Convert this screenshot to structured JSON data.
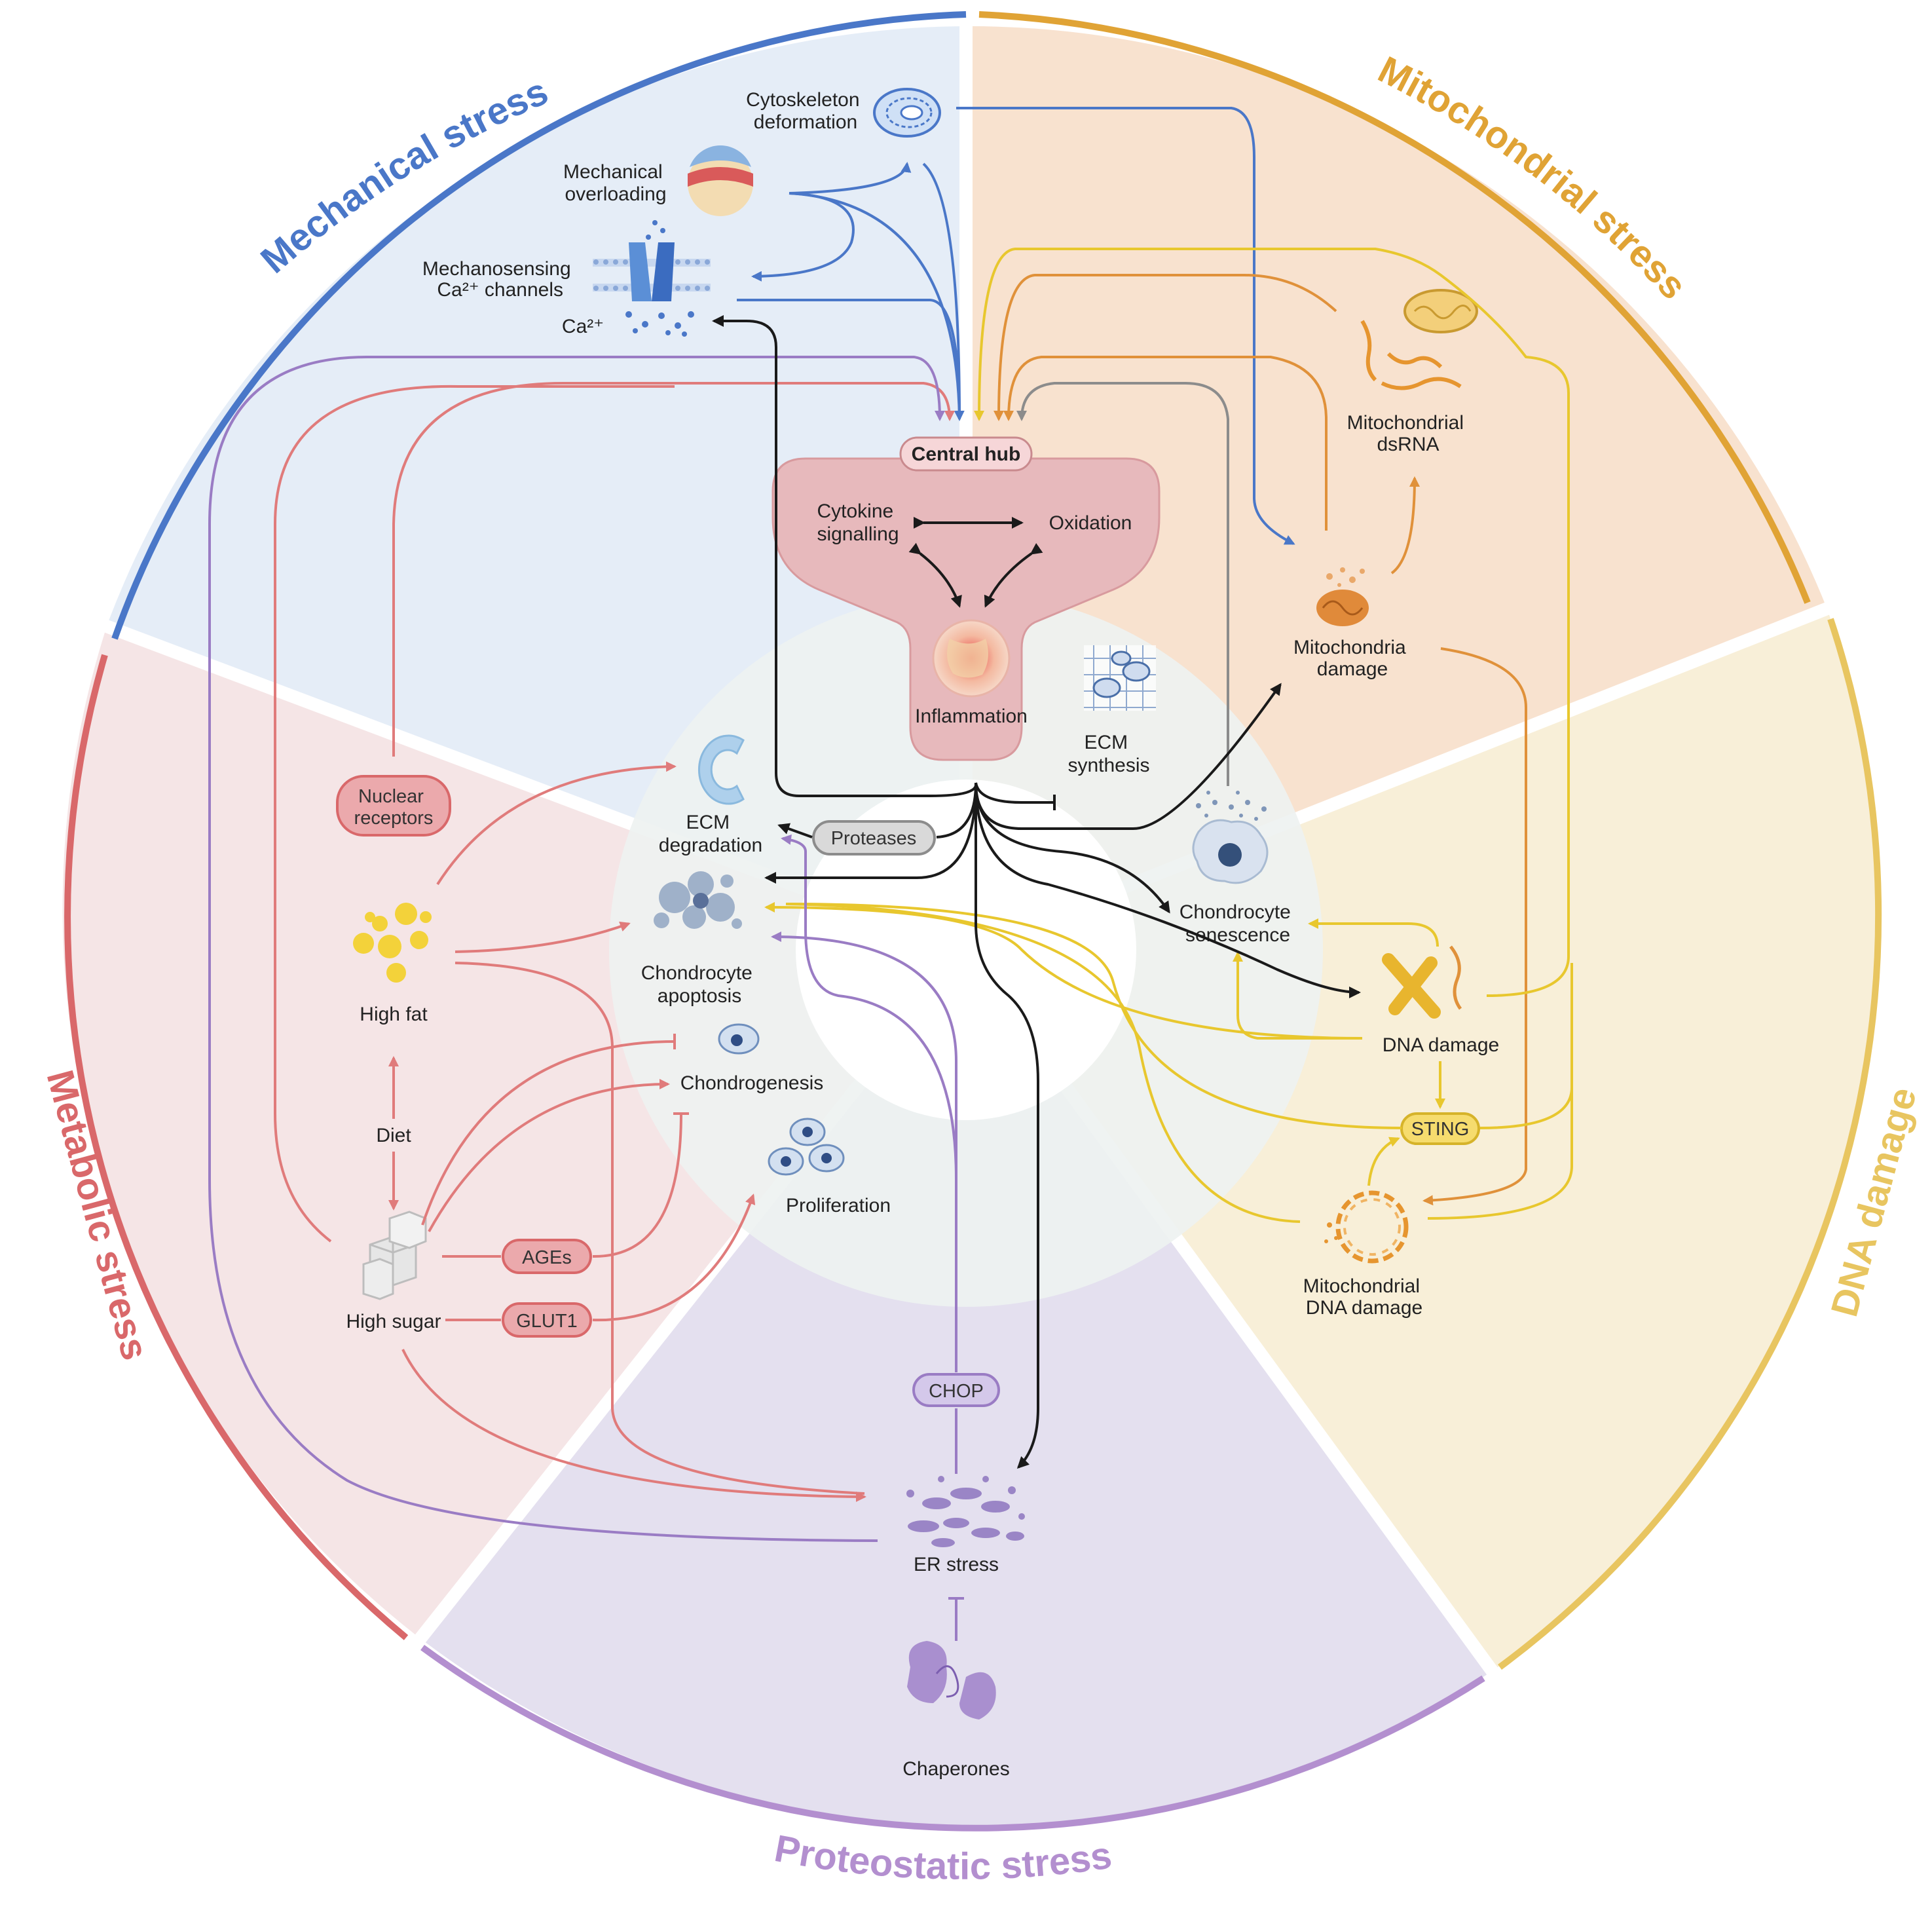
{
  "sectors": {
    "mechanical": {
      "title": "Mechanical stress",
      "color": "#4a77c8"
    },
    "mitochondrial": {
      "title": "Mitochondrial stress",
      "color": "#e0a335"
    },
    "dna": {
      "title": "DNA damage",
      "color": "#e8c560"
    },
    "proteostatic": {
      "title": "Proteostatic stress",
      "color": "#b38fcf"
    },
    "metabolic": {
      "title": "Metabolic stress",
      "color": "#d9686a"
    }
  },
  "hub": {
    "title": "Central hub",
    "cytokine": [
      "Cytokine",
      "signalling"
    ],
    "oxidation": "Oxidation",
    "inflammation": "Inflammation"
  },
  "mechanical": {
    "cytoskeleton": [
      "Cytoskeleton",
      "deformation"
    ],
    "overloading": [
      "Mechanical",
      "overloading"
    ],
    "mechanosensing": [
      "Mechanosensing",
      "Ca²⁺ channels"
    ],
    "ca": "Ca²⁺"
  },
  "mitochondrial": {
    "dsrna": [
      "Mitochondrial",
      "dsRNA"
    ],
    "damage": [
      "Mitochondria",
      "damage"
    ]
  },
  "dna": {
    "senescence": [
      "Chondrocyte",
      "senescence"
    ],
    "damage": "DNA damage",
    "sting": "STING",
    "mtdna": [
      "Mitochondrial",
      "DNA damage"
    ]
  },
  "center": {
    "ecm_synthesis": [
      "ECM",
      "synthesis"
    ],
    "ecm_degradation": [
      "ECM",
      "degradation"
    ],
    "proteases": "Proteases",
    "apoptosis": [
      "Chondrocyte",
      "apoptosis"
    ],
    "chondrogenesis": "Chondrogenesis",
    "proliferation": "Proliferation"
  },
  "metabolic": {
    "nuclear": [
      "Nuclear",
      "receptors"
    ],
    "high_fat": "High fat",
    "diet": "Diet",
    "high_sugar": "High sugar",
    "ages": "AGEs",
    "glut1": "GLUT1"
  },
  "proteostatic": {
    "chop": "CHOP",
    "er_stress": "ER stress",
    "chaperones": "Chaperones"
  },
  "colors": {
    "blue": "#4a77c8",
    "orange": "#e0913a",
    "yellow": "#e8c72e",
    "red": "#e07b7b",
    "purple": "#9a7cc4",
    "black": "#1a1a1a",
    "grey": "#8c8c8c"
  }
}
